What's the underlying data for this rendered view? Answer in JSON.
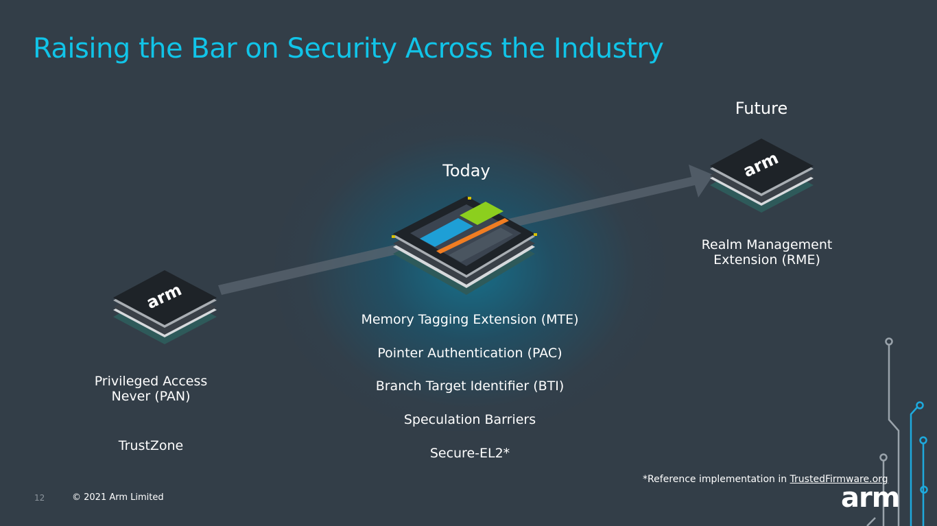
{
  "title": "Raising the Bar on Security Across the Industry",
  "past": {
    "chip_logo": "arm",
    "lines": [
      "Privileged Access",
      "Never (PAN)"
    ],
    "secondary": "TrustZone"
  },
  "today": {
    "heading": "Today",
    "features": [
      "Memory Tagging Extension (MTE)",
      "Pointer Authentication (PAC)",
      "Branch Target Identifier (BTI)",
      "Speculation Barriers",
      "Secure-EL2*"
    ]
  },
  "future": {
    "heading": "Future",
    "chip_logo": "arm",
    "lines": [
      "Realm Management",
      "Extension (RME)"
    ]
  },
  "footnote": {
    "text": "*Reference implementation in ",
    "link": "TrustedFirmware.org"
  },
  "footer": {
    "page_number": "12",
    "copyright": "© 2021 Arm Limited",
    "brand": "arm"
  },
  "colors": {
    "background": "#333e48",
    "accent": "#11c4e8",
    "circuit_blue": "#1eaadd",
    "circuit_gray": "#9aa3ab"
  }
}
